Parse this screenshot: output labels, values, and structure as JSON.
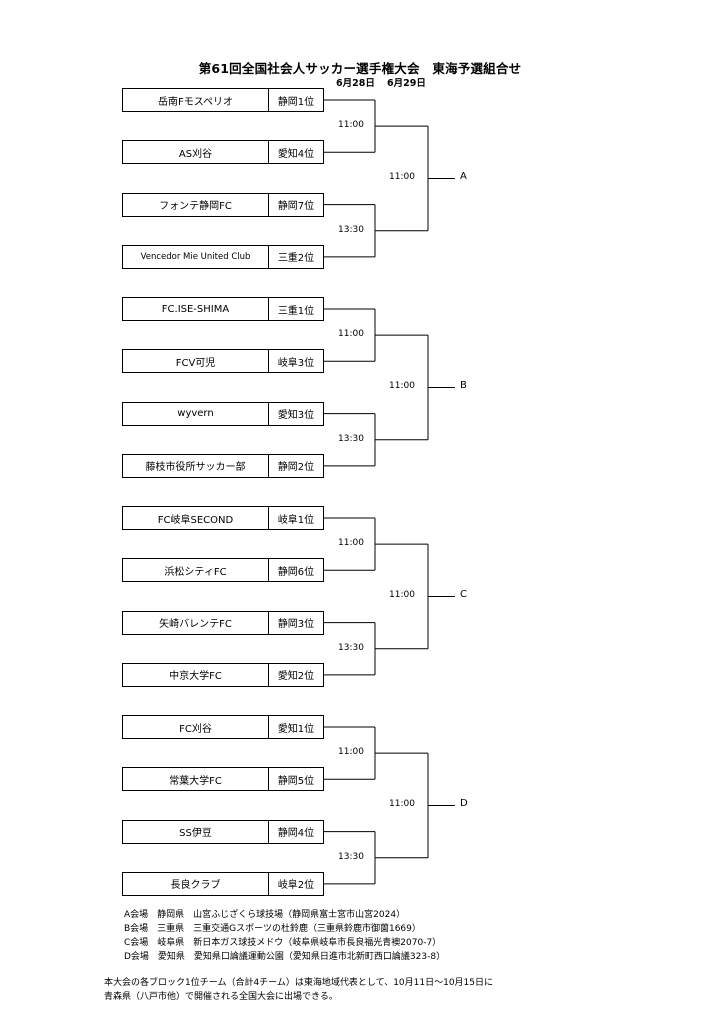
{
  "title": "第61回全国社会人サッカー選手権大会　東海予選組合せ",
  "dates": [
    "6月28日",
    "6月29日"
  ],
  "blocks": [
    {
      "label": "A",
      "final_time": "11:00",
      "match1_time": "11:00",
      "match2_time": "13:30",
      "teams": [
        {
          "name": "岳南Fモスペリオ",
          "seed": "静岡1位"
        },
        {
          "name": "AS刈谷",
          "seed": "愛知4位"
        },
        {
          "name": "フォンテ静岡FC",
          "seed": "静岡7位"
        },
        {
          "name": "Vencedor Mie United Club",
          "seed": "三重2位"
        }
      ]
    },
    {
      "label": "B",
      "final_time": "11:00",
      "match1_time": "11:00",
      "match2_time": "13:30",
      "teams": [
        {
          "name": "FC.ISE-SHIMA",
          "seed": "三重1位"
        },
        {
          "name": "FCV可児",
          "seed": "岐阜3位"
        },
        {
          "name": "wyvern",
          "seed": "愛知3位"
        },
        {
          "name": "藤枝市役所サッカー部",
          "seed": "静岡2位"
        }
      ]
    },
    {
      "label": "C",
      "final_time": "11:00",
      "match1_time": "11:00",
      "match2_time": "13:30",
      "teams": [
        {
          "name": "FC岐阜SECOND",
          "seed": "岐阜1位"
        },
        {
          "name": "浜松シティFC",
          "seed": "静岡6位"
        },
        {
          "name": "矢崎バレンテFC",
          "seed": "静岡3位"
        },
        {
          "name": "中京大学FC",
          "seed": "愛知2位"
        }
      ]
    },
    {
      "label": "D",
      "final_time": "11:00",
      "match1_time": "11:00",
      "match2_time": "13:30",
      "teams": [
        {
          "name": "FC刈谷",
          "seed": "愛知1位"
        },
        {
          "name": "常葉大学FC",
          "seed": "静岡5位"
        },
        {
          "name": "SS伊豆",
          "seed": "静岡4位"
        },
        {
          "name": "長良クラブ",
          "seed": "岐阜2位"
        }
      ]
    }
  ],
  "venues": [
    "A会場　静岡県　山宮ふじざくら球技場（静岡県富士宮市山宮2024）",
    "B会場　三重県　三重交通Gスポーツの杜鈴鹿（三重県鈴鹿市御薗1669）",
    "C会場　岐阜県　新日本ガス球技メドウ（岐阜県岐阜市長良福光青襖2070-7）",
    "D会場　愛知県　愛知県口論議運動公園（愛知県日進市北新町西口論議323-8）"
  ],
  "note": [
    "本大会の各ブロック1位チーム（合計4チーム）は東海地域代表として、10月11日～10月15日に",
    "青森県（八戸市他）で開催される全国大会に出場できる。"
  ]
}
